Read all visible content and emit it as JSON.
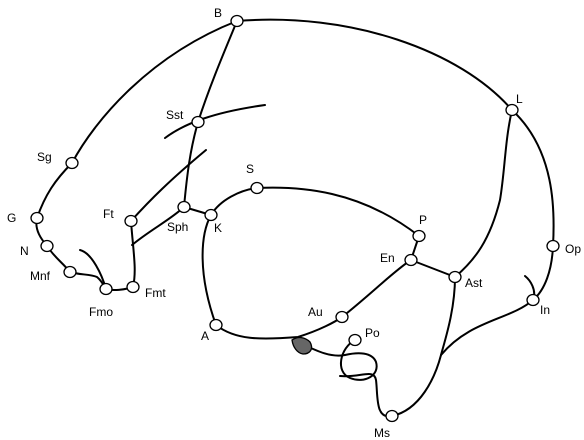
{
  "colors": {
    "line": "#000000",
    "marker_fill": "#ffffff",
    "shaded_region": "#666666"
  },
  "landmarks": [
    {
      "id": "B",
      "label": "B"
    },
    {
      "id": "Sst",
      "label": "Sst"
    },
    {
      "id": "Sg",
      "label": "Sg"
    },
    {
      "id": "G",
      "label": "G"
    },
    {
      "id": "N",
      "label": "N"
    },
    {
      "id": "Mnf",
      "label": "Mnf"
    },
    {
      "id": "Fmo",
      "label": "Fmo"
    },
    {
      "id": "Fmt",
      "label": "Fmt"
    },
    {
      "id": "Ft",
      "label": "Ft"
    },
    {
      "id": "Sph",
      "label": "Sph"
    },
    {
      "id": "K",
      "label": "K"
    },
    {
      "id": "S",
      "label": "S"
    },
    {
      "id": "P",
      "label": "P"
    },
    {
      "id": "En",
      "label": "En"
    },
    {
      "id": "Au",
      "label": "Au"
    },
    {
      "id": "A",
      "label": "A"
    },
    {
      "id": "Po",
      "label": "Po"
    },
    {
      "id": "Ms",
      "label": "Ms"
    },
    {
      "id": "Ast",
      "label": "Ast"
    },
    {
      "id": "In",
      "label": "In"
    },
    {
      "id": "Op",
      "label": "Op"
    },
    {
      "id": "L",
      "label": "L"
    }
  ]
}
